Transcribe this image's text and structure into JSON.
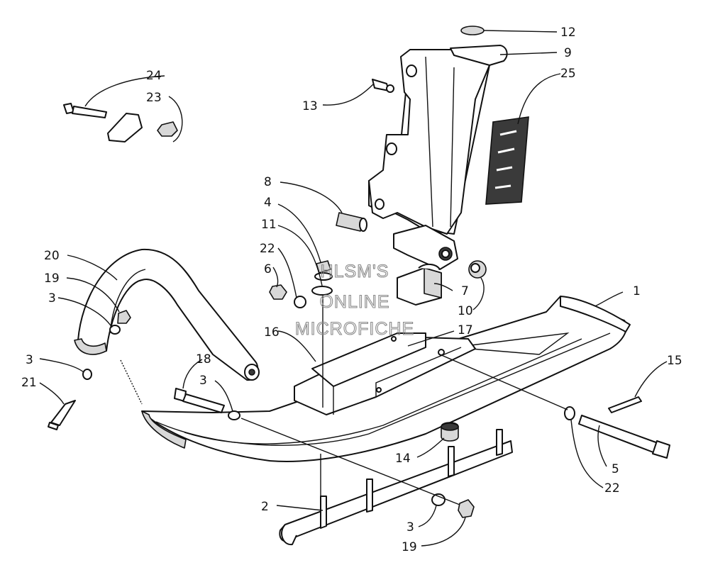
{
  "watermark": [
    "HLSM'S",
    "ONLINE",
    "MICROFICHE"
  ],
  "callouts": [
    {
      "id": "c1",
      "label": "1"
    },
    {
      "id": "c2",
      "label": "2"
    },
    {
      "id": "c3a",
      "label": "3"
    },
    {
      "id": "c3b",
      "label": "3"
    },
    {
      "id": "c3c",
      "label": "3"
    },
    {
      "id": "c3d",
      "label": "3"
    },
    {
      "id": "c4",
      "label": "4"
    },
    {
      "id": "c5",
      "label": "5"
    },
    {
      "id": "c6",
      "label": "6"
    },
    {
      "id": "c7",
      "label": "7"
    },
    {
      "id": "c8",
      "label": "8"
    },
    {
      "id": "c9",
      "label": "9"
    },
    {
      "id": "c10",
      "label": "10"
    },
    {
      "id": "c11",
      "label": "11"
    },
    {
      "id": "c12",
      "label": "12"
    },
    {
      "id": "c13",
      "label": "13"
    },
    {
      "id": "c14",
      "label": "14"
    },
    {
      "id": "c15",
      "label": "15"
    },
    {
      "id": "c16",
      "label": "16"
    },
    {
      "id": "c17",
      "label": "17"
    },
    {
      "id": "c18",
      "label": "18"
    },
    {
      "id": "c19a",
      "label": "19"
    },
    {
      "id": "c19b",
      "label": "19"
    },
    {
      "id": "c20",
      "label": "20"
    },
    {
      "id": "c21",
      "label": "21"
    },
    {
      "id": "c22a",
      "label": "22"
    },
    {
      "id": "c22b",
      "label": "22"
    },
    {
      "id": "c23",
      "label": "23"
    },
    {
      "id": "c24",
      "label": "24"
    },
    {
      "id": "c25",
      "label": "25"
    }
  ]
}
